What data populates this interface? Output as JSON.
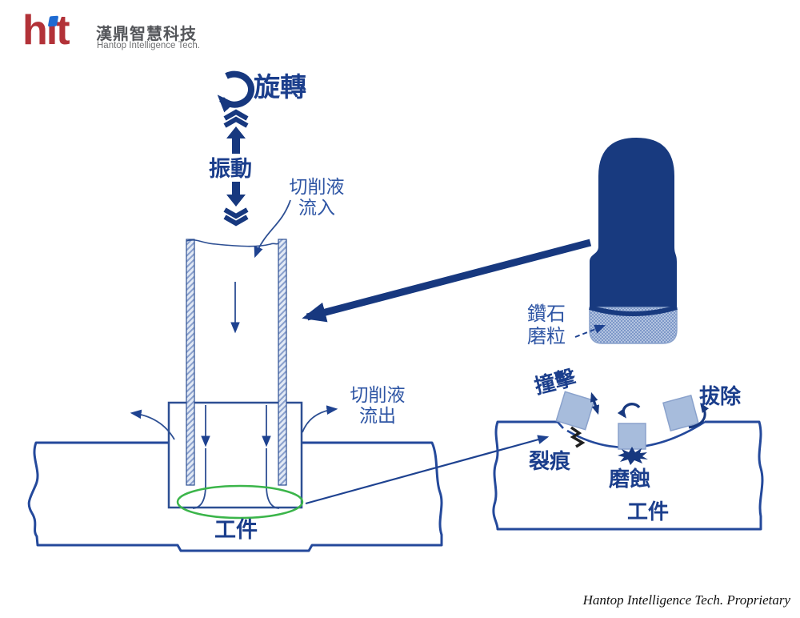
{
  "page": {
    "background": "#ffffff"
  },
  "colors": {
    "navy_dark": "#17387f",
    "navy_line": "#2d4f93",
    "label_blue": "#2e55a4",
    "bold_label_blue": "#1b3e8c",
    "green_highlight": "#3bb54a",
    "logo_red": "#b23238",
    "logo_blue": "#1e6bd2",
    "abrasive_square_fill": "#a7bcdc",
    "crack_black": "#1f1f1f"
  },
  "logo": {
    "letter_h": "h",
    "letter_i": "ı",
    "letter_t": "t",
    "company_zh": "漢鼎智慧科技",
    "company_en": "Hantop Intelligence Tech."
  },
  "left_diagram": {
    "rotation_label": "旋轉",
    "vibration_label": "振動",
    "coolant_in_line1": "切削液",
    "coolant_in_line2": "流入",
    "coolant_out_line1": "切削液",
    "coolant_out_line2": "流出",
    "workpiece_label": "工件"
  },
  "right_diagram": {
    "diamond_line1": "鑽石",
    "diamond_line2": "磨粒",
    "impact_label": "撞擊",
    "pullout_label": "拔除",
    "crack_label": "裂痕",
    "abrasion_label": "磨蝕",
    "workpiece_label": "工件"
  },
  "footer": {
    "proprietary": "Hantop Intelligence Tech. Proprietary"
  }
}
